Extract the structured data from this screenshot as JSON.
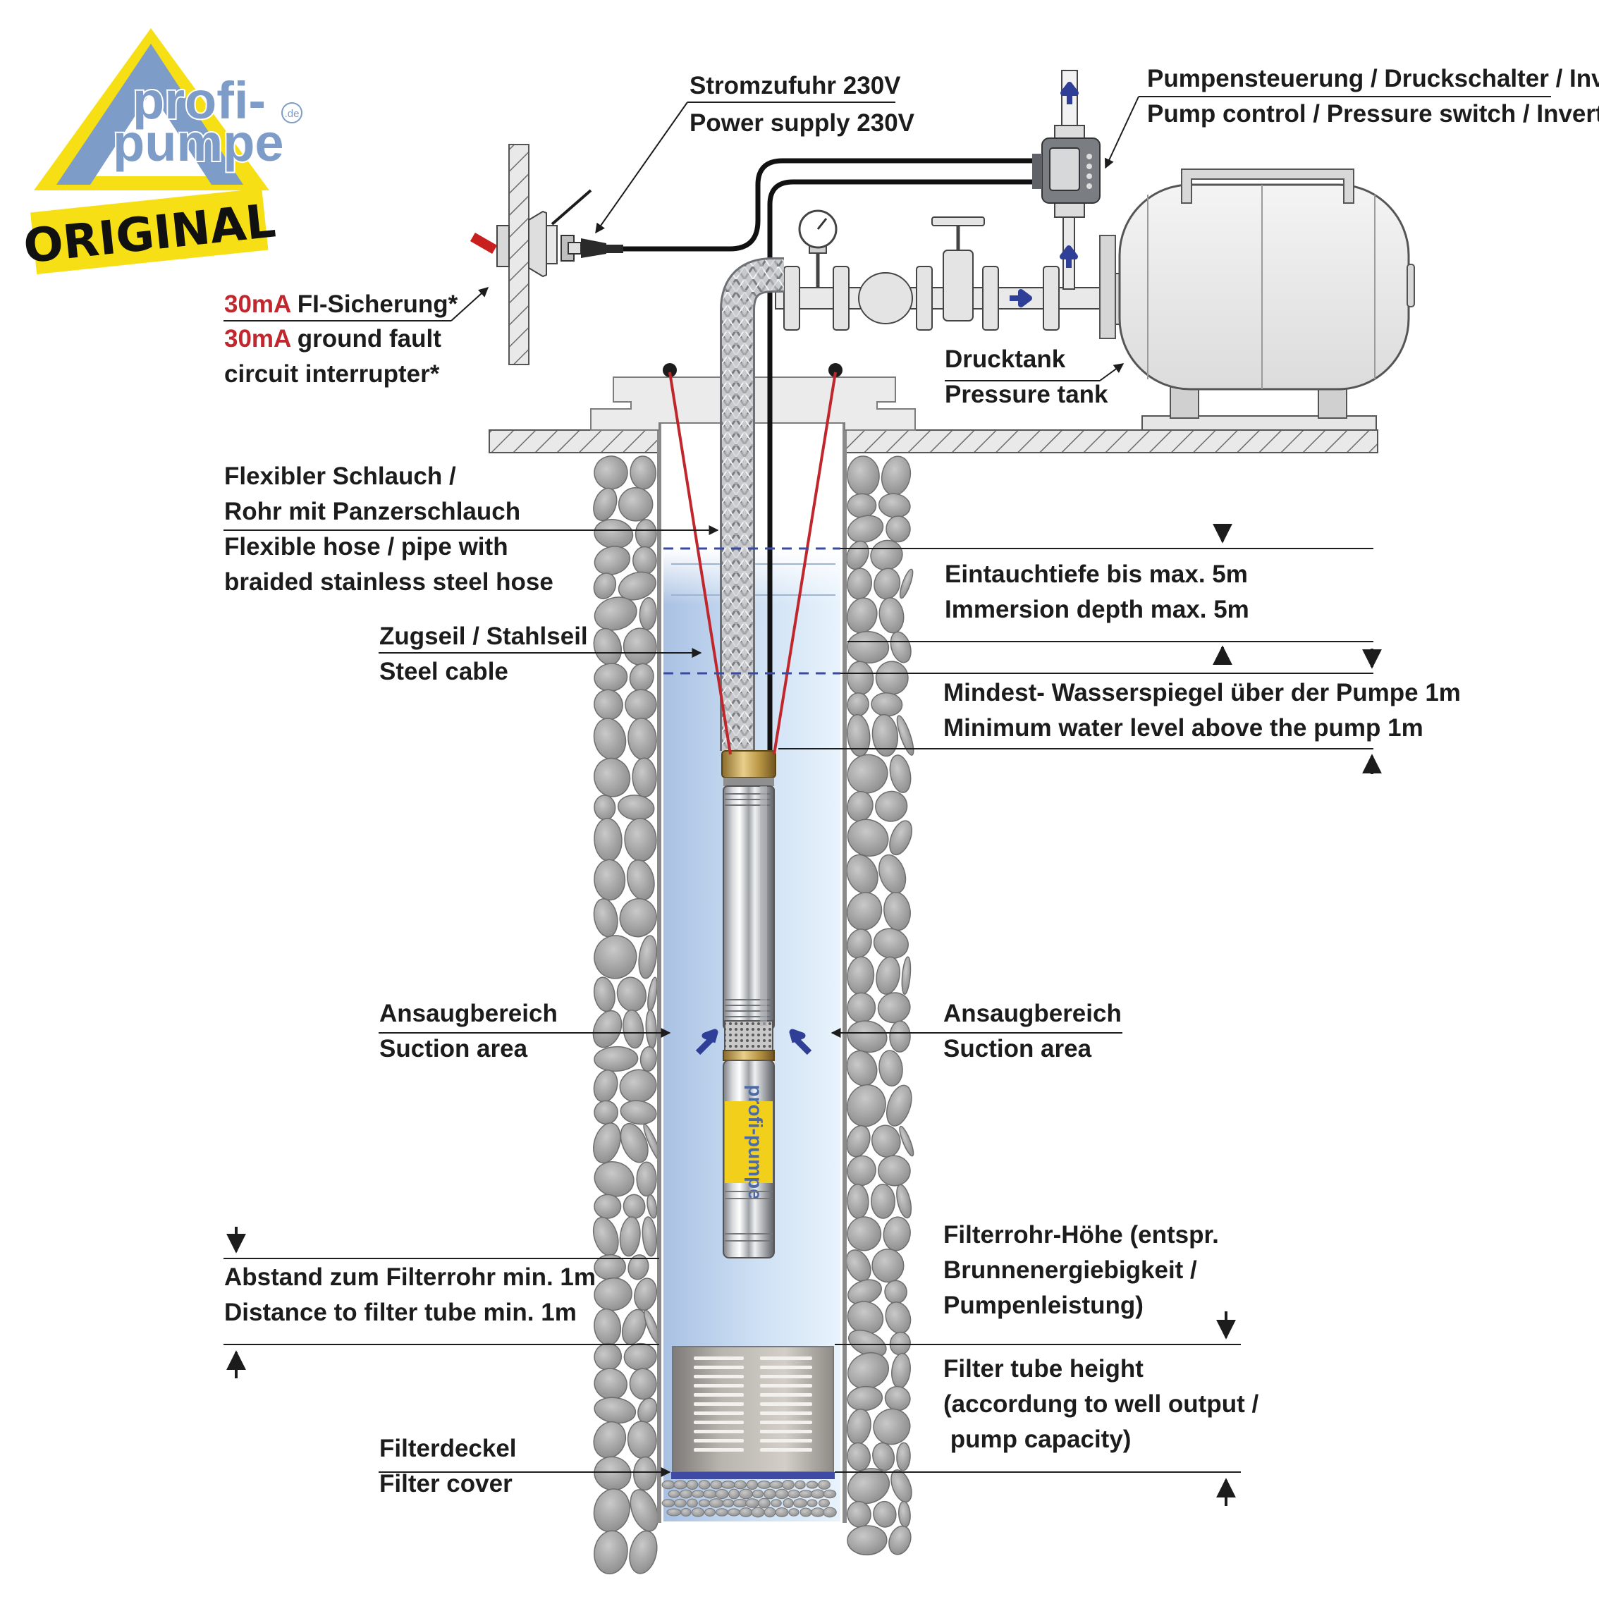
{
  "brand": {
    "logo_line1": "profi-",
    "logo_line2": "pumpe",
    "logo_tld": ".de",
    "logo_badge": "ORIGINAL",
    "pump_label": "profi-pumpe"
  },
  "colors": {
    "logo_blue": "#7e9cc8",
    "logo_yellow": "#f6df14",
    "warning_red": "#c1272d",
    "water": "#c8dcf0",
    "arrow_blue": "#2f3f97",
    "cable_red": "#c0272d",
    "text": "#1c1c1c"
  },
  "labels": {
    "power_de": "Stromzufuhr 230V",
    "power_en": "Power supply 230V",
    "control_de": "Pumpensteuerung / Druckschalter / Inverter",
    "control_en": "Pump control / Pressure switch / Inverter",
    "fi_red": "30mA",
    "fi_de": " FI-Sicherung*",
    "gf_red": "30mA",
    "gf_en": " ground fault",
    "gf_en2": "circuit interrupter*",
    "tank_de": "Drucktank",
    "tank_en": "Pressure tank",
    "hose_de1": "Flexibler Schlauch /",
    "hose_de2": "Rohr mit Panzerschlauch",
    "hose_en1": "Flexible hose / pipe with",
    "hose_en2": "braided stainless steel hose",
    "cable_de": "Zugseil / Stahlseil",
    "cable_en": "Steel cable",
    "immersion_de": "Eintauchtiefe bis max. 5m",
    "immersion_en": "Immersion depth max. 5m",
    "minlevel_de": "Mindest- Wasserspiegel über der Pumpe 1m",
    "minlevel_en": "Minimum water level above the pump 1m",
    "suction_de_left": "Ansaugbereich",
    "suction_en_left": "Suction area",
    "suction_de_right": "Ansaugbereich",
    "suction_en_right": "Suction area",
    "distance_de": "Abstand zum Filterrohr min. 1m",
    "distance_en": "Distance to filter tube min. 1m",
    "filterh_de1": "Filterrohr-Höhe (entspr.",
    "filterh_de2": "Brunnenergiebigkeit /",
    "filterh_de3": "Pumpenleistung)",
    "filterh_en1": "Filter tube height",
    "filterh_en2": "(accordung to well output /",
    "filterh_en3": " pump capacity)",
    "cover_de": "Filterdeckel",
    "cover_en": "Filter cover"
  }
}
